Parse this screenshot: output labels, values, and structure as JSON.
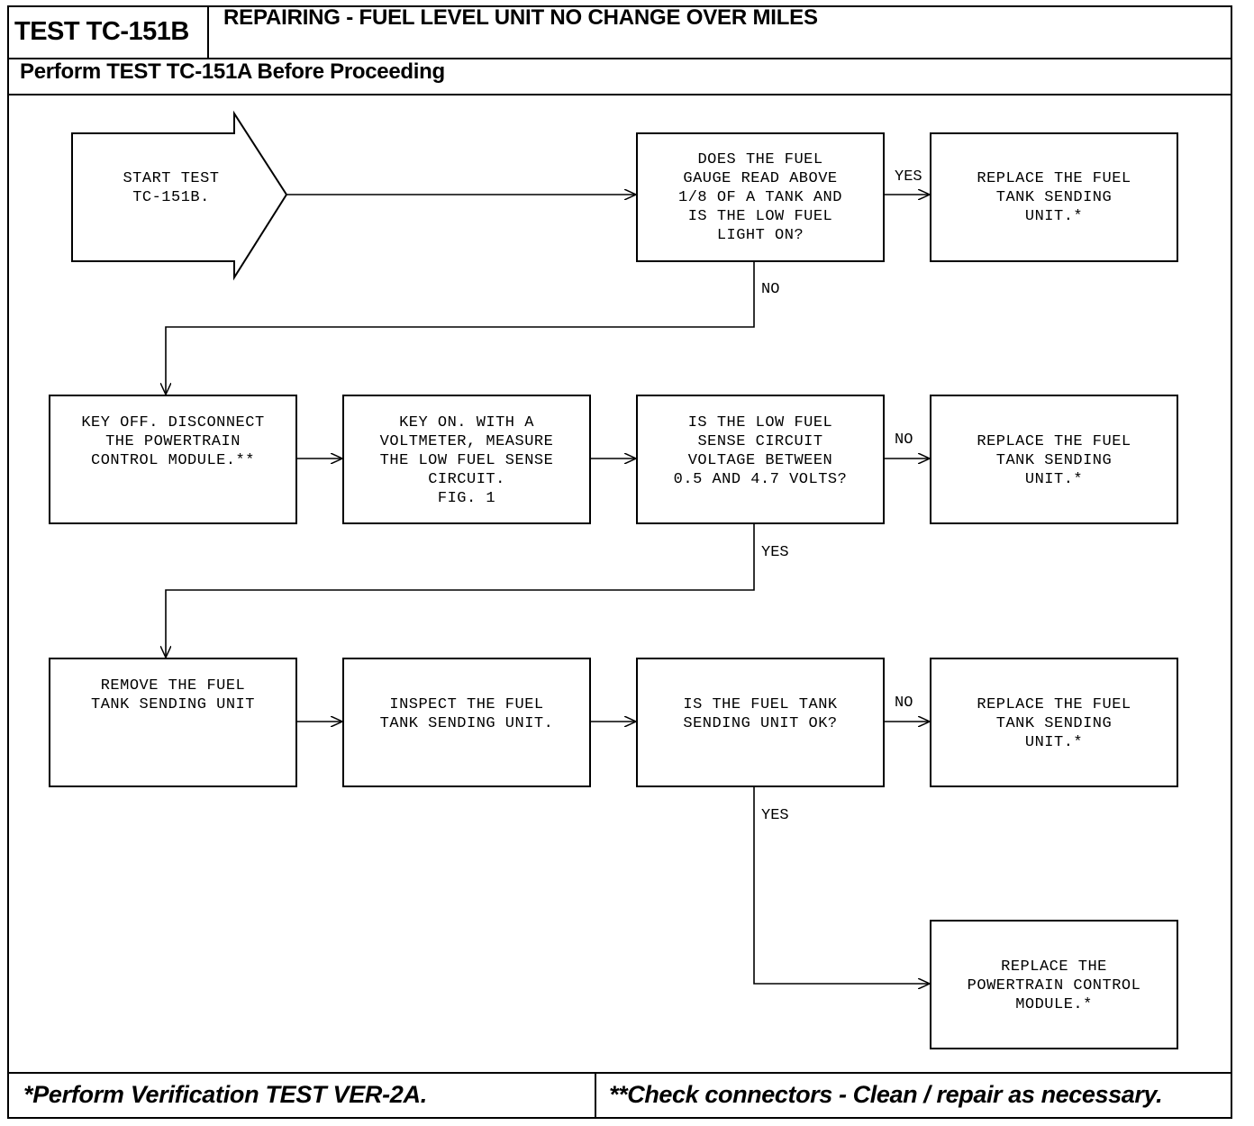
{
  "header": {
    "test_id": "TEST TC-151B",
    "title": "REPAIRING - FUEL LEVEL UNIT NO CHANGE OVER MILES",
    "subtitle": "Perform TEST TC-151A Before Proceeding"
  },
  "flowchart": {
    "start": "START TEST\nTC-151B.",
    "decision_1": "DOES THE FUEL\nGAUGE READ ABOVE\n1/8 OF A TANK AND\nIS THE LOW FUEL\nLIGHT ON?",
    "replace_1": "REPLACE THE FUEL\nTANK SENDING\nUNIT.*",
    "step_key_off": "KEY OFF. DISCONNECT\nTHE POWERTRAIN\nCONTROL MODULE.**",
    "step_key_on": "KEY ON. WITH A\nVOLTMETER, MEASURE\nTHE LOW FUEL SENSE\nCIRCUIT.\nFIG. 1",
    "decision_2": "IS THE LOW FUEL\nSENSE CIRCUIT\nVOLTAGE BETWEEN\n0.5 AND 4.7 VOLTS?",
    "replace_2": "REPLACE THE FUEL\nTANK SENDING\nUNIT.*",
    "step_remove": "REMOVE THE FUEL\nTANK SENDING UNIT",
    "step_inspect": "INSPECT THE FUEL\nTANK SENDING UNIT.",
    "decision_3": "IS THE FUEL TANK\nSENDING UNIT OK?",
    "replace_3": "REPLACE THE FUEL\nTANK SENDING\nUNIT.*",
    "replace_pcm": "REPLACE THE\nPOWERTRAIN CONTROL\nMODULE.*",
    "labels": {
      "yes_1": "YES",
      "no_1": "NO",
      "no_2": "NO",
      "yes_2": "YES",
      "no_3": "NO",
      "yes_3": "YES"
    }
  },
  "footer": {
    "left": "*Perform Verification TEST VER-2A.",
    "right": "**Check connectors - Clean / repair as necessary."
  }
}
